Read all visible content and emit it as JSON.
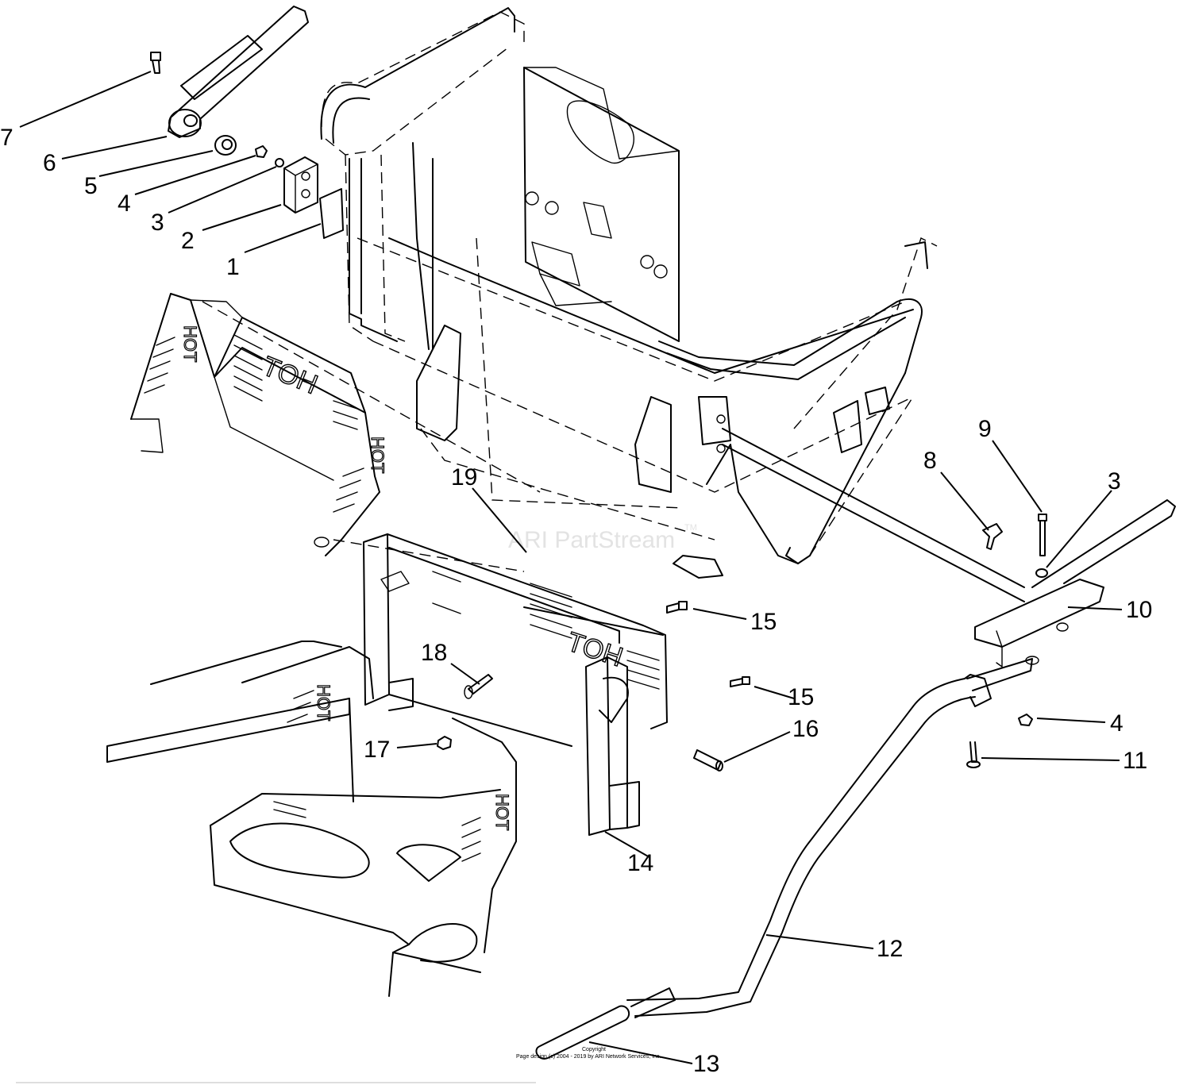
{
  "callouts": [
    {
      "id": "c7",
      "label": "7"
    },
    {
      "id": "c6",
      "label": "6"
    },
    {
      "id": "c5",
      "label": "5"
    },
    {
      "id": "c4a",
      "label": "4"
    },
    {
      "id": "c3a",
      "label": "3"
    },
    {
      "id": "c2",
      "label": "2"
    },
    {
      "id": "c1",
      "label": "1"
    },
    {
      "id": "c9",
      "label": "9"
    },
    {
      "id": "c8",
      "label": "8"
    },
    {
      "id": "c3b",
      "label": "3"
    },
    {
      "id": "c10",
      "label": "10"
    },
    {
      "id": "c19",
      "label": "19"
    },
    {
      "id": "c15a",
      "label": "15"
    },
    {
      "id": "c18",
      "label": "18"
    },
    {
      "id": "c15b",
      "label": "15"
    },
    {
      "id": "c16",
      "label": "16"
    },
    {
      "id": "c4b",
      "label": "4"
    },
    {
      "id": "c17",
      "label": "17"
    },
    {
      "id": "c11",
      "label": "11"
    },
    {
      "id": "c14",
      "label": "14"
    },
    {
      "id": "c12",
      "label": "12"
    },
    {
      "id": "c13",
      "label": "13"
    }
  ],
  "stencils": {
    "hot": "HOT",
    "toh": "TOH"
  },
  "watermark": {
    "text": "ARI PartStream",
    "trademark": "TM"
  },
  "footer": {
    "copyright": "Copyright",
    "page_design": "Page design (c) 2004 - 2019 by ARI Network Services, Inc."
  }
}
